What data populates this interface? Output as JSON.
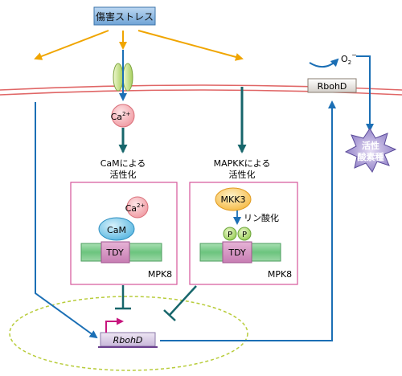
{
  "stress_label": "傷害ストレス",
  "rbohd_membrane_label": "RbohD",
  "superoxide_label": "O",
  "superoxide_sub": "2",
  "superoxide_sup": "−",
  "ros_line1": "活性",
  "ros_line2": "酸素種",
  "calcium_label": "Ca",
  "calcium_charge": "2+",
  "cam_caption_line1": "CaMによる",
  "cam_caption_line2": "活性化",
  "mapkk_caption_line1": "MAPKKによる",
  "mapkk_caption_line2": "活性化",
  "left_box": {
    "calcium_label": "Ca",
    "calcium_charge": "2+",
    "cam_label": "CaM",
    "tdy_t": "T",
    "tdy_d": "D",
    "tdy_y": "Y",
    "kinase_label": "MPK8"
  },
  "right_box": {
    "mkk3_label": "MKK3",
    "phosphorylation_label": "リン酸化",
    "p1_label": "P",
    "p2_label": "P",
    "tdy_t": "T",
    "tdy_d": "D",
    "tdy_y": "Y",
    "kinase_label": "MPK8"
  },
  "gene_label": "RbohD",
  "colors": {
    "stress_arrow": "#f0a500",
    "signal_arrow": "#1b6fb5",
    "kinase_arrow": "#17666b",
    "box_border": "#d6559a",
    "membrane": "#e06666",
    "nucleus_dash": "#b8cc3a"
  }
}
